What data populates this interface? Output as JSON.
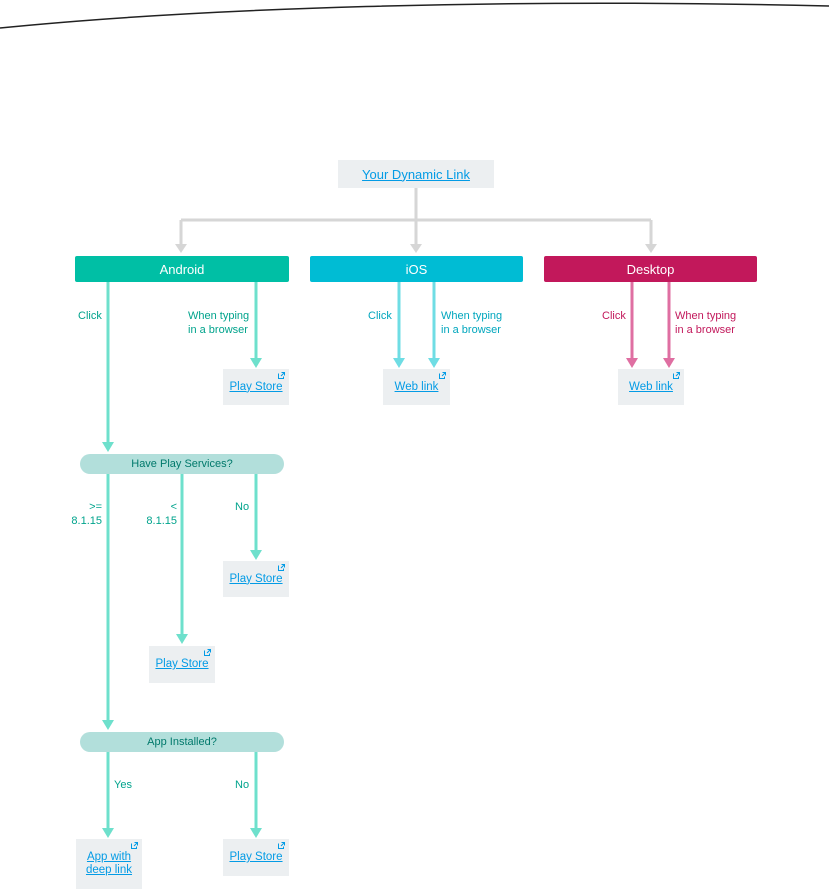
{
  "root_link": "Your Dynamic Link",
  "platforms": {
    "android": "Android",
    "ios": "iOS",
    "desktop": "Desktop"
  },
  "edges": {
    "click": "Click",
    "typing_line1": "When typing",
    "typing_line2": "in a browser",
    "gte_line1": ">=",
    "gte_line2": "8.1.15",
    "lt_line1": "<",
    "lt_line2": "8.1.15",
    "no": "No",
    "yes": "Yes"
  },
  "decisions": {
    "play_services": "Have Play Services?",
    "app_installed": "App Installed?"
  },
  "destinations": {
    "play_store": "Play Store",
    "web_link": "Web link",
    "app_deep_line1": "App with",
    "app_deep_line2": "deep link"
  },
  "colors": {
    "android": "#00bfa5",
    "ios": "#00bcd4",
    "desktop": "#c2185b",
    "android_arrow": "#6ee0cc",
    "ios_arrow": "#6fdde4",
    "desktop_arrow": "#df6fa2",
    "root_arrow": "#d6d6d6",
    "decision": "#b2dfdb",
    "link": "#039be5"
  }
}
